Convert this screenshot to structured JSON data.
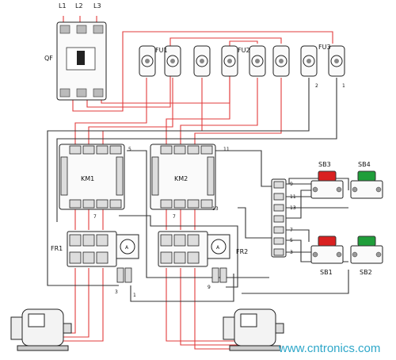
{
  "breaker": {
    "label": "QF",
    "phases": [
      "L1",
      "L2",
      "L3"
    ]
  },
  "fuses": {
    "fu1": "FU1",
    "fu2": "FU2",
    "fu3": "FU3",
    "fu3_terminals": [
      "2",
      "1"
    ]
  },
  "contactors": {
    "km1": "KM1",
    "km2": "KM2",
    "km1_aux": "5",
    "km2_aux": "11",
    "km1_coil": "7",
    "km2_coil_a": "7",
    "km2_coil_b": "13"
  },
  "overloads": {
    "fr1": "FR1",
    "fr2": "FR2",
    "fr1_terms": [
      "3",
      "1"
    ],
    "fr2_terms": [
      "9"
    ]
  },
  "terminal_strip": {
    "numbers": [
      "9",
      "11",
      "13",
      "7",
      "5",
      "3"
    ]
  },
  "buttons": {
    "sb3": {
      "label": "SB3",
      "color": "#d92020"
    },
    "sb4": {
      "label": "SB4",
      "color": "#1f9e3a"
    },
    "sb1": {
      "label": "SB1",
      "color": "#d92020"
    },
    "sb2": {
      "label": "SB2",
      "color": "#1f9e3a"
    }
  },
  "watermark": "www.cntronics.com",
  "colors": {
    "wire_phase": "#e23b3b",
    "wire_control": "#333333"
  }
}
